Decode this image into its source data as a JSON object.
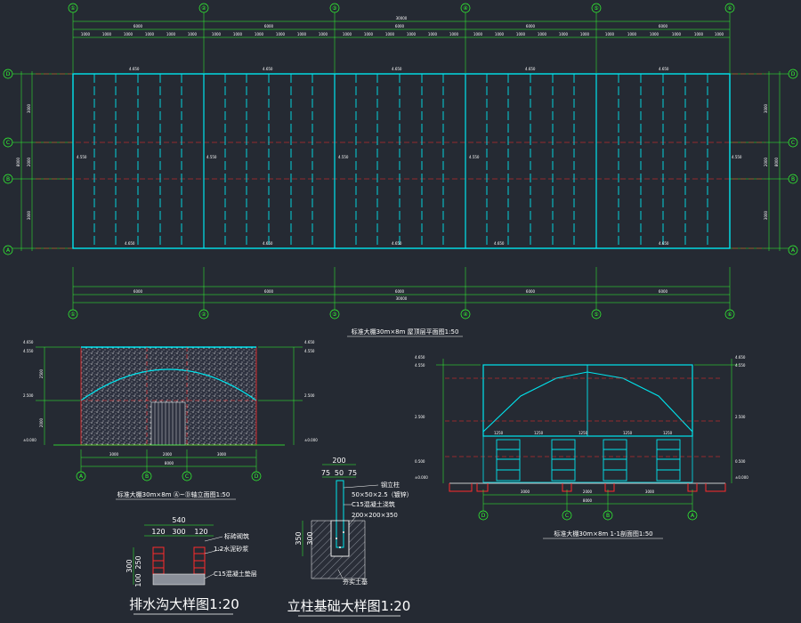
{
  "axes": {
    "plan_top": [
      "①",
      "②",
      "③",
      "④",
      "⑤",
      "⑥"
    ],
    "plan_bottom": [
      "①",
      "②",
      "③",
      "④",
      "⑤",
      "⑥"
    ],
    "plan_left": [
      "D",
      "C",
      "B",
      "A"
    ],
    "plan_right": [
      "D",
      "C",
      "B",
      "A"
    ],
    "elev1_bottom": [
      "A",
      "B",
      "C",
      "D"
    ],
    "elev2_bottom": [
      "D",
      "C",
      "B",
      "A"
    ]
  },
  "plan": {
    "overall_dim": "30000",
    "bay_dim": "6000",
    "sub_dims": [
      "1000",
      "1000",
      "1000",
      "1000",
      "1000",
      "1000"
    ],
    "elev_marks": [
      "4.650",
      "4.650",
      "4.650",
      "4.650",
      "4.650"
    ],
    "mid_marks": [
      "4.550",
      "4.550",
      "4.550",
      "4.550",
      "4.550"
    ],
    "side_dims": [
      "3000",
      "2000",
      "3000"
    ],
    "side_total": "8000",
    "title": "标准大棚30m×8m 屋顶层平面图1:50"
  },
  "elev1": {
    "title": "标准大棚30m×8m Ⓐ~Ⓓ轴立面图1:50",
    "levels": [
      "4.650",
      "4.550",
      "2.500",
      "±0.000"
    ],
    "dims": [
      "3000",
      "2000",
      "3000"
    ],
    "total": "8000",
    "side_dims": [
      "2500",
      "2000"
    ]
  },
  "elev2": {
    "title": "标准大棚30m×8m 1-1剖面图1:50",
    "levels": [
      "4.650",
      "4.550",
      "2.500",
      "0.500",
      "±0.000"
    ],
    "dims": [
      "3000",
      "2000",
      "3000"
    ],
    "total": "8000",
    "bay_dims": [
      "1250",
      "1250",
      "1250",
      "1250",
      "1250"
    ]
  },
  "drain": {
    "title": "排水沟大样图1:20",
    "dims_top": "540",
    "dims_sub": [
      "120",
      "300",
      "120"
    ],
    "dims_side": [
      "300",
      "250",
      "100"
    ],
    "notes": [
      "标砖砌筑",
      "1:2水泥砂浆",
      "C15混凝土垫层"
    ]
  },
  "footing": {
    "title": "立柱基础大样图1:20",
    "dims_top": "200",
    "dims_sub": [
      "75",
      "50",
      "75"
    ],
    "dims_side": [
      "350",
      "300"
    ],
    "notes": [
      "钢立柱",
      "50×50×2.5（镀锌）",
      "C15混凝土浇筑",
      "200×200×350",
      "夯实土基"
    ]
  },
  "colors": {
    "background": "#252a33",
    "cyan": "#00e5ee",
    "green": "#33ff33",
    "red": "#ff2b2b",
    "white": "#ffffff"
  }
}
